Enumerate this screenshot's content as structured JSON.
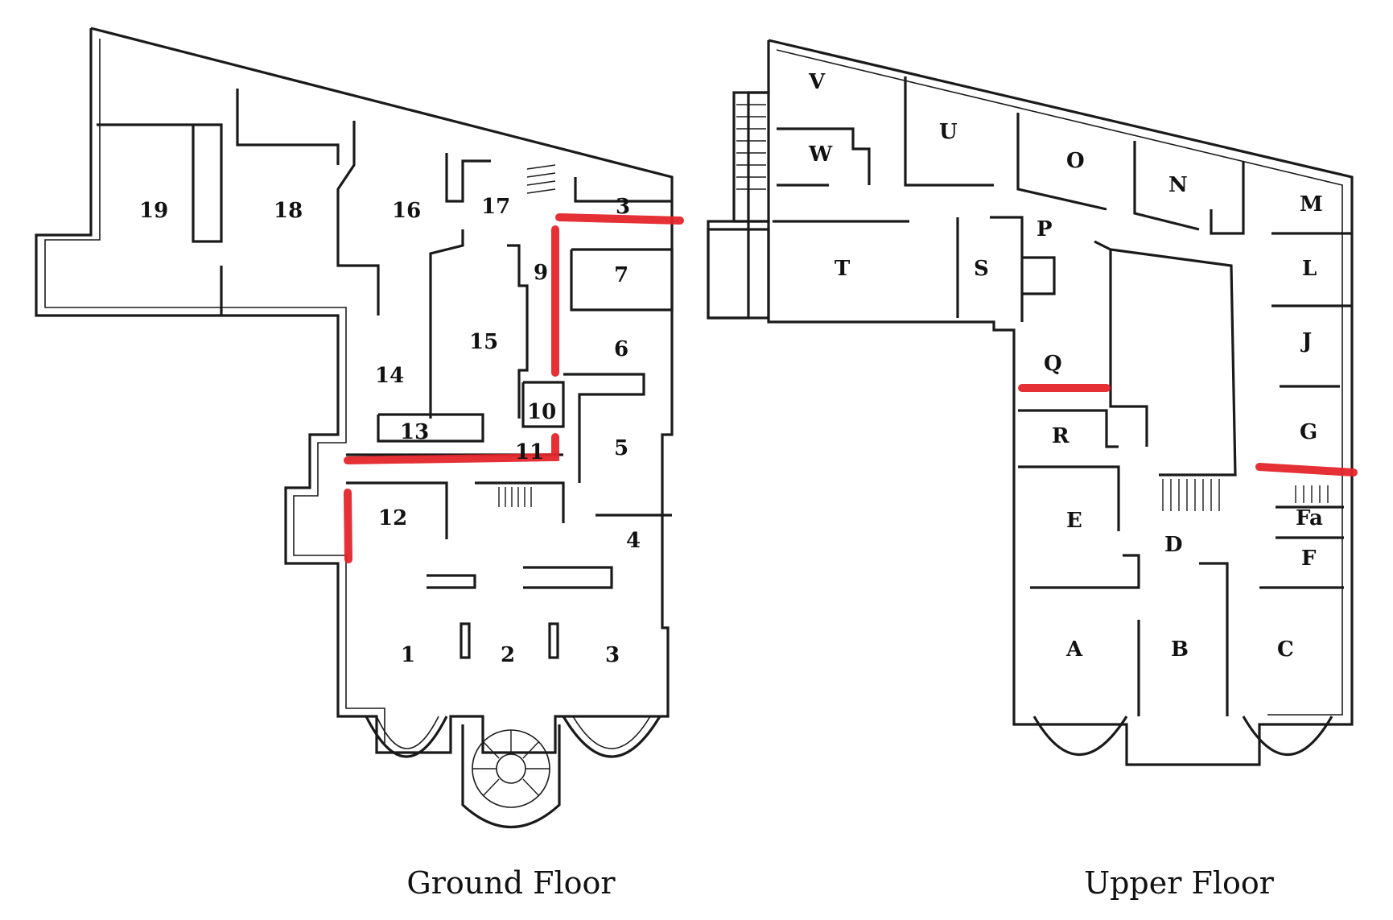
{
  "floors": {
    "ground": {
      "title": "Ground Floor",
      "rooms": {
        "r19": "19",
        "r18": "18",
        "r16": "16",
        "r17": "17",
        "r3a": "3",
        "r9": "9",
        "r7": "7",
        "r15": "15",
        "r6": "6",
        "r14": "14",
        "r10": "10",
        "r13": "13",
        "r11": "11",
        "r5": "5",
        "r12": "12",
        "r4": "4",
        "r1": "1",
        "r2": "2",
        "r3b": "3"
      }
    },
    "upper": {
      "title": "Upper Floor",
      "rooms": {
        "V": "V",
        "W": "W",
        "U": "U",
        "O": "O",
        "N": "N",
        "M": "M",
        "P": "P",
        "T": "T",
        "S": "S",
        "L": "L",
        "J": "J",
        "Q": "Q",
        "G": "G",
        "R": "R",
        "E": "E",
        "Fa": "Fa",
        "D": "D",
        "F": "F",
        "A": "A",
        "B": "B",
        "C": "C"
      }
    }
  },
  "highlight_color": "#e4252b",
  "wall_color": "#1a1a1a"
}
